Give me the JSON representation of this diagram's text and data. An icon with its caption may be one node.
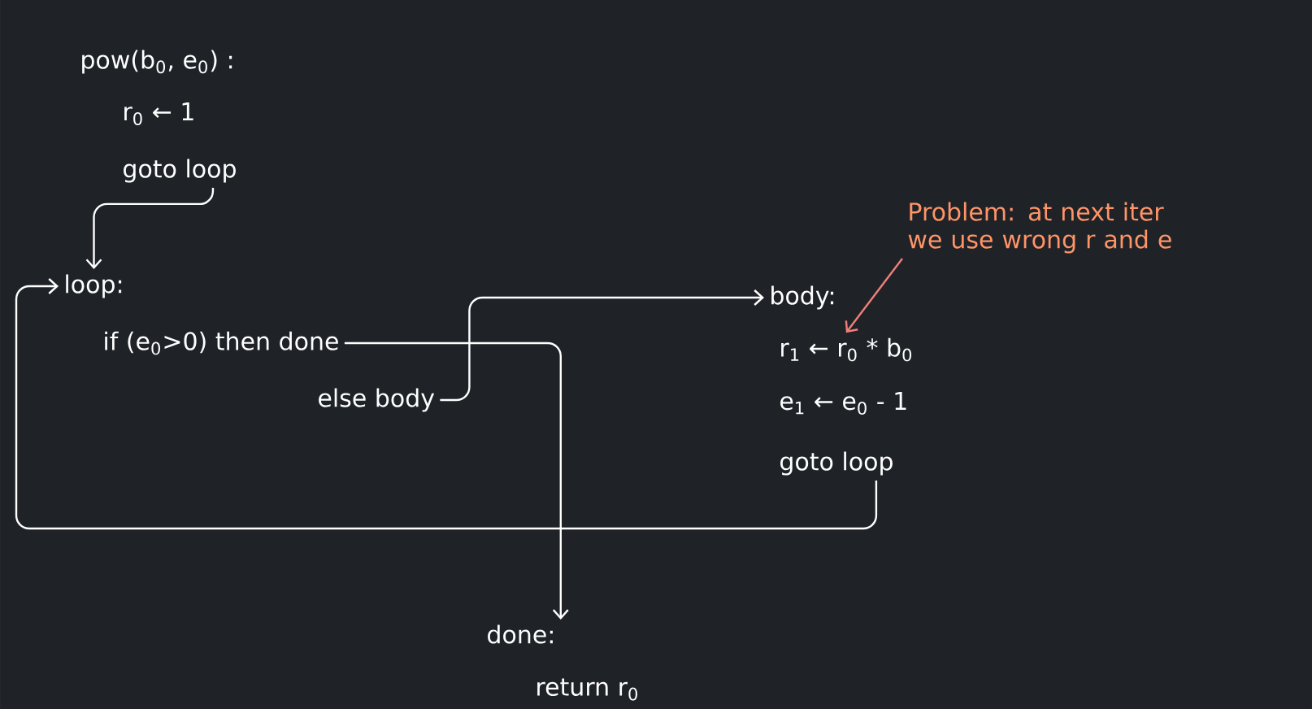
{
  "diagram": {
    "nodes": [
      {
        "text": [
          "pow(b$_{0}$, e$_{0}$) :"
        ]
      },
      {
        "text": [
          "r$_{0}$ ← 1"
        ]
      },
      {
        "text": [
          "goto loop"
        ]
      },
      {
        "text": [
          "loop:"
        ]
      },
      {
        "text": [
          "if (e$_{0}$>0) then done"
        ]
      },
      {
        "text": [
          "else body"
        ]
      },
      {
        "text": [
          "body:"
        ]
      },
      {
        "text": [
          "r$_{1}$ ← r$_{0}$ * b$_{0}$"
        ]
      },
      {
        "text": [
          "e$_{1}$ ← e$_{0}$ - 1"
        ]
      },
      {
        "text": [
          "goto loop"
        ]
      },
      {
        "text": [
          "done:"
        ]
      },
      {
        "text": [
          "return r$_{0}$"
        ]
      },
      {
        "text": [
          "Problem: at next iter we use wrong r and e"
        ]
      }
    ],
    "edges": [
      {
        "from": 2,
        "to": 3,
        "arrow": "to"
      },
      {
        "from": 4,
        "to": 10,
        "arrow": "to"
      },
      {
        "from": 5,
        "to": 6,
        "arrow": "to"
      },
      {
        "from": 9,
        "to": 3,
        "arrow": "to"
      },
      {
        "from": 12,
        "to": 7,
        "arrow": "to",
        "color": "#f07f7a"
      }
    ]
  }
}
